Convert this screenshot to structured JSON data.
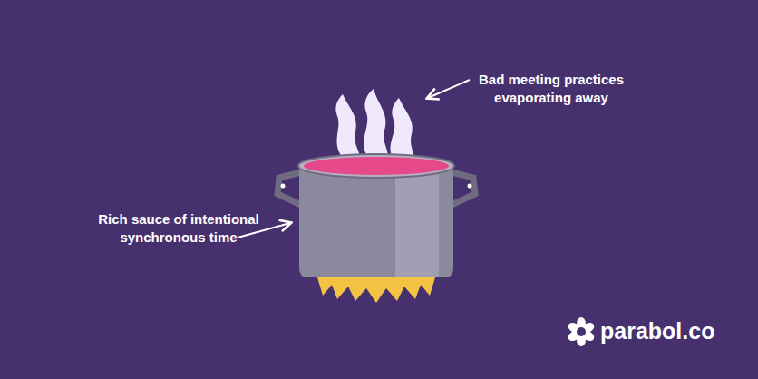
{
  "diagram": {
    "labels": [
      "Bad meeting practices evaporating away",
      "Rich sauce of intentional synchronous time",
      "parabol.co"
    ]
  }
}
